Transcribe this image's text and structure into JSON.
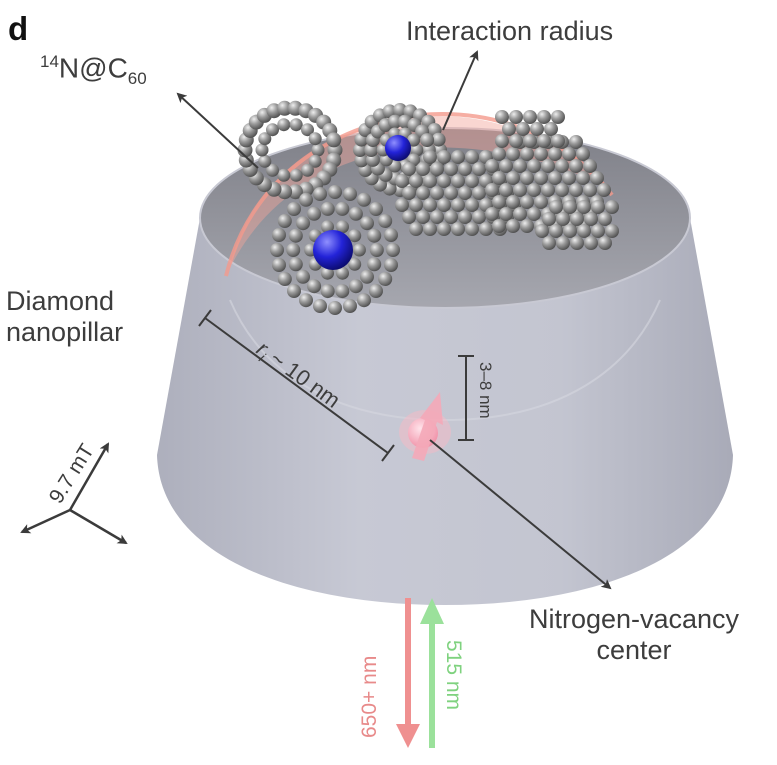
{
  "figure": {
    "panel_letter": "d",
    "molecule_label": {
      "sup": "14",
      "main": "N@C",
      "sub": "60"
    },
    "interaction_radius_label": "Interaction radius",
    "diamond_label_line1": "Diamond",
    "diamond_label_line2": "nanopillar",
    "radius_label": {
      "var": "r",
      "sub": "i",
      "rest": " ~ 10 nm"
    },
    "depth_label": "3–8 nm",
    "field_label": "9.7 mT",
    "nv_label_line1": "Nitrogen-vacancy",
    "nv_label_line2": "center",
    "laser_red_label": "650+ nm",
    "laser_green_label": "515 nm"
  },
  "colors": {
    "pillar_fill": "#bdbfcc",
    "pillar_top": "#97989f",
    "fullerene": "#8a8a8a",
    "nitrogen": "#1f1fd0",
    "interaction_arc": "#f2a59a",
    "nv_spin": "#f4a9b8",
    "red_beam": "#ef9090",
    "green_beam": "#9be19b",
    "arrow": "#3b3b3b"
  }
}
